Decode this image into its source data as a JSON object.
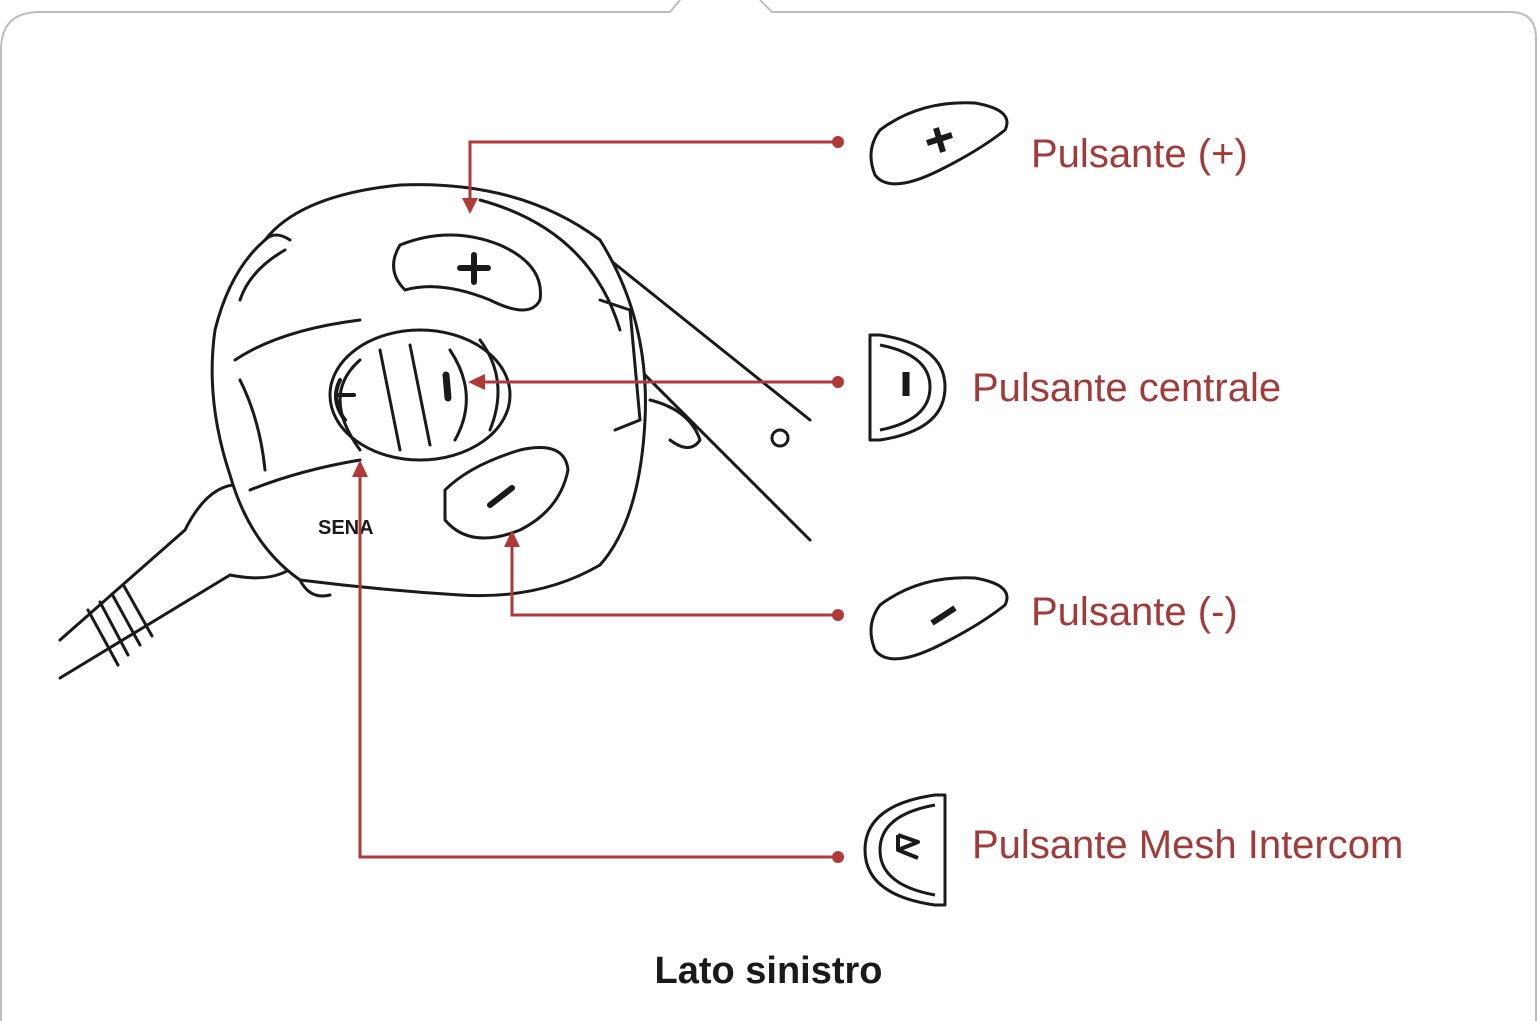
{
  "callouts": {
    "plus": "Pulsante (+)",
    "center": "Pulsante centrale",
    "minus": "Pulsante (-)",
    "mesh": "Pulsante Mesh Intercom"
  },
  "caption": "Lato sinistro",
  "device": {
    "brand": "SENA",
    "button_glyphs": {
      "plus": "+",
      "minus": "–",
      "center": "I",
      "mesh": "M"
    }
  },
  "colors": {
    "callout": "#a33a3a",
    "leader": "#b03a3a",
    "outline": "#1a1a1a",
    "frame": "#bdbdbd"
  },
  "icons": [
    "plus-button-icon",
    "center-button-icon",
    "minus-button-icon",
    "mesh-intercom-button-icon"
  ]
}
